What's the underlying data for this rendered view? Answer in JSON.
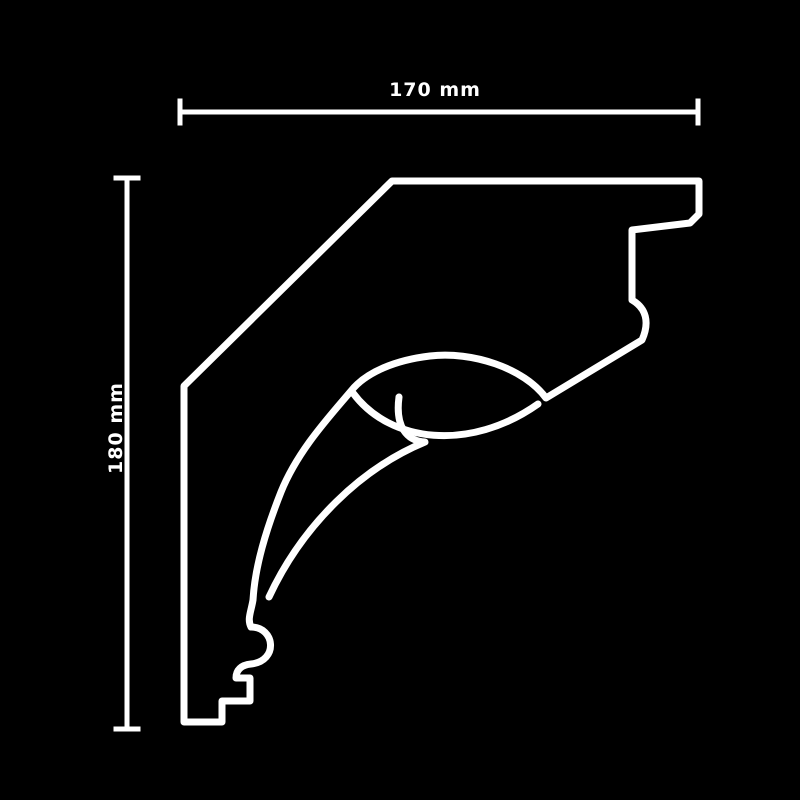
{
  "page": {
    "background_color": "#000000"
  },
  "drawing": {
    "type": "technical-profile-diagram",
    "subject": "crown molding cornice cross-section profile with dimension lines",
    "stroke_color": "#ffffff",
    "dimensions": {
      "width_label": "170 mm",
      "height_label": "180 mm"
    }
  }
}
